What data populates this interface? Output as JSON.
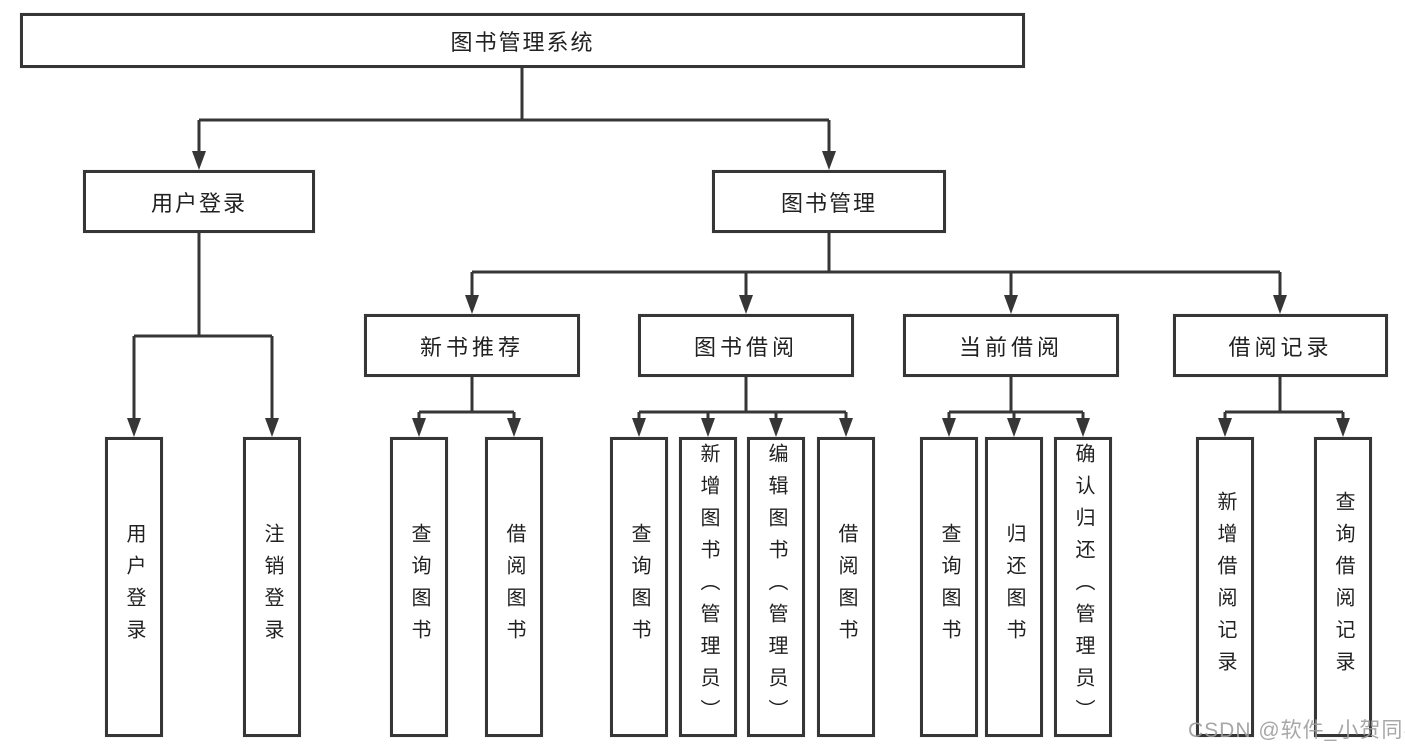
{
  "tree": {
    "root": {
      "label": "图书管理系统"
    },
    "branches": [
      {
        "label": "用户登录",
        "children": [
          {
            "label": "用户登录"
          },
          {
            "label": "注销登录"
          }
        ]
      },
      {
        "label": "图书管理",
        "children": [
          {
            "label": "新书推荐",
            "children": [
              {
                "label": "查询图书"
              },
              {
                "label": "借阅图书"
              }
            ]
          },
          {
            "label": "图书借阅",
            "children": [
              {
                "label": "查询图书"
              },
              {
                "label": "新增图书（管理员）"
              },
              {
                "label": "编辑图书（管理员）"
              },
              {
                "label": "借阅图书"
              }
            ]
          },
          {
            "label": "当前借阅",
            "children": [
              {
                "label": "查询图书"
              },
              {
                "label": "归还图书"
              },
              {
                "label": "确认归还（管理员）"
              }
            ]
          },
          {
            "label": "借阅记录",
            "children": [
              {
                "label": "新增借阅记录"
              },
              {
                "label": "查询借阅记录"
              }
            ]
          }
        ]
      }
    ]
  },
  "watermark": "CSDN @软件_小贺同学",
  "colors": {
    "line": "#363636",
    "text": "#212121",
    "watermark": "#9e9e9e",
    "background": "#ffffff"
  }
}
